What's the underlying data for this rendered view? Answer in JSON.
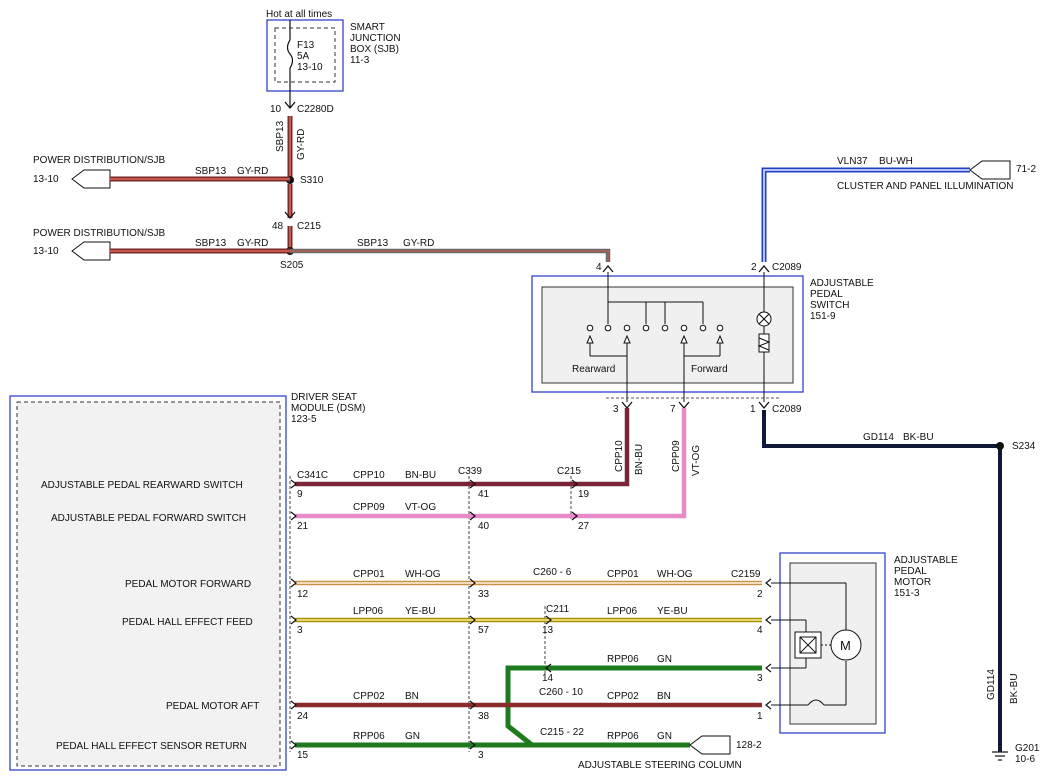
{
  "top": {
    "hot_label": "Hot at all times",
    "fuse": {
      "id": "F13",
      "rating": "5A",
      "page": "13-10"
    },
    "sjb": {
      "line1": "SMART",
      "line2": "JUNCTION",
      "line3": "BOX (SJB)",
      "page": "11-3"
    }
  },
  "power": {
    "title": "POWER DISTRIBUTION/SJB",
    "page": "13-10",
    "wire1": {
      "circuit": "SBP13",
      "color": "GY-RD"
    },
    "wire2": {
      "circuit": "SBP13",
      "color": "GY-RD"
    },
    "wire3": {
      "circuit": "SBP13",
      "color": "GY-RD"
    }
  },
  "vertical_feed": {
    "circuit": "SBP13",
    "color": "GY-RD"
  },
  "connectors": {
    "c2280d": "C2280D",
    "c2280d_pin": "10",
    "s310": "S310",
    "c215": "C215",
    "c215_pin": "48",
    "s205": "S205",
    "c2089": "C2089",
    "pin2": "2",
    "pin4": "4",
    "pin3": "3",
    "pin7": "7",
    "pin1": "1",
    "s234": "S234"
  },
  "cluster": {
    "circuit": "VLN37",
    "color": "BU-WH",
    "label": "CLUSTER AND PANEL ILLUMINATION",
    "page": "71-2"
  },
  "pedal_switch": {
    "line1": "ADJUSTABLE",
    "line2": "PEDAL",
    "line3": "SWITCH",
    "page": "151-9",
    "rearward": "Rearward",
    "forward": "Forward"
  },
  "ground": {
    "circuit": "GD114",
    "color": "BK-BU",
    "g_label": "G201",
    "g_page": "10-6"
  },
  "dsm": {
    "line1": "DRIVER SEAT",
    "line2": "MODULE (DSM)",
    "page": "123-5"
  },
  "signals": [
    {
      "label": "ADJUSTABLE PEDAL REARWARD SWITCH"
    },
    {
      "label": "ADJUSTABLE PEDAL FORWARD SWITCH"
    },
    {
      "label": "PEDAL MOTOR FORWARD"
    },
    {
      "label": "PEDAL HALL EFFECT FEED"
    },
    {
      "label": "PEDAL MOTOR AFT"
    },
    {
      "label": "PEDAL HALL EFFECT SENSOR RETURN"
    }
  ],
  "wires": {
    "cpp10": {
      "circuit": "CPP10",
      "color": "BN-BU"
    },
    "cpp09": {
      "circuit": "CPP09",
      "color": "VT-OG"
    },
    "cpp01": {
      "circuit": "CPP01",
      "color": "WH-OG"
    },
    "lpp06": {
      "circuit": "LPP06",
      "color": "YE-BU"
    },
    "rpp06": {
      "circuit": "RPP06",
      "color": "GN"
    },
    "cpp02": {
      "circuit": "CPP02",
      "color": "BN"
    }
  },
  "pins": {
    "c341c": "C341C",
    "c339": "C339",
    "c215": "C215",
    "dsm_pins": [
      "9",
      "21",
      "12",
      "3",
      "24",
      "15"
    ],
    "c339_pins": [
      "41",
      "40",
      "33",
      "57",
      "38",
      "3"
    ],
    "c215_pins": [
      "19",
      "27"
    ],
    "c260_6": "C260 - 6",
    "c2159": "C2159",
    "c211": "C211",
    "c260_10": "C260 - 10",
    "c215_22": "C215 - 22",
    "motor_pins": [
      "2",
      "4",
      "3",
      "1"
    ],
    "c211_pins": [
      "13",
      "14"
    ]
  },
  "motor": {
    "line1": "ADJUSTABLE",
    "line2": "PEDAL",
    "line3": "MOTOR",
    "page": "151-3",
    "symbol": "M"
  },
  "steering": {
    "label": "ADJUSTABLE STEERING COLUMN",
    "page": "128-2"
  },
  "colors": {
    "gy_rd_outer": "#7a2a2a",
    "gy_rd_inner": "#c75a50",
    "bn_bu": "#7a2438",
    "vt_og": "#e88ac8",
    "wh_og": "#e8c088",
    "ye_bu": "#c8b000",
    "gn": "#1e7a1e",
    "bn": "#8a2a2a",
    "bu_wh": "#2040c8",
    "bk_bu": "#101838",
    "outline": "#3344cc"
  }
}
